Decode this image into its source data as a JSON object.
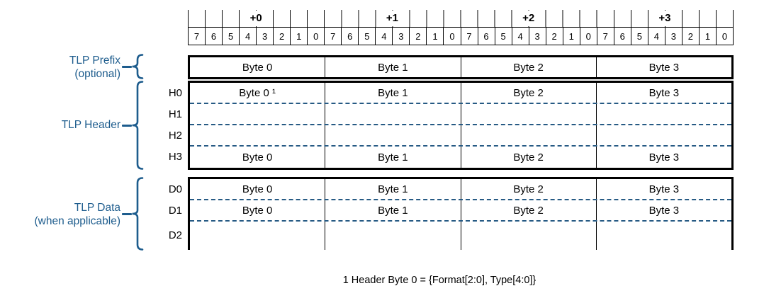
{
  "diagram": {
    "ruler": {
      "offsets": [
        "+0",
        "+1",
        "+2",
        "+3"
      ],
      "bits": [
        "7",
        "6",
        "5",
        "4",
        "3",
        "2",
        "1",
        "0"
      ]
    },
    "groups": [
      {
        "label_lines": [
          "TLP Prefix",
          "(optional)"
        ],
        "rows": [
          {
            "row_label": "",
            "cells": [
              "Byte 0",
              "Byte 1",
              "Byte 2",
              "Byte 3"
            ]
          }
        ]
      },
      {
        "label_lines": [
          "TLP Header"
        ],
        "rows": [
          {
            "row_label": "H0",
            "cells": [
              "Byte 0 ¹",
              "Byte 1",
              "Byte 2",
              "Byte 3"
            ]
          },
          {
            "row_label": "H1",
            "cells": [
              "",
              "",
              "",
              ""
            ]
          },
          {
            "row_label": "H2",
            "cells": [
              "",
              "",
              "",
              ""
            ]
          },
          {
            "row_label": "H3",
            "cells": [
              "Byte 0",
              "Byte 1",
              "Byte 2",
              "Byte 3"
            ]
          }
        ]
      },
      {
        "label_lines": [
          "TLP Data",
          "(when applicable)"
        ],
        "rows": [
          {
            "row_label": "D0",
            "cells": [
              "Byte 0",
              "Byte 1",
              "Byte 2",
              "Byte 3"
            ]
          },
          {
            "row_label": "D1",
            "cells": [
              "Byte 0",
              "Byte 1",
              "Byte 2",
              "Byte 3"
            ]
          },
          {
            "row_label": "D2",
            "cells": [
              "",
              "",
              "",
              ""
            ]
          }
        ]
      }
    ],
    "footnote": "1 Header Byte 0 = {Format[2:0], Type[4:0]}",
    "colors": {
      "accent_blue": "#1D5C8D",
      "dash_blue": "#265A84",
      "border_black": "#000000"
    }
  }
}
